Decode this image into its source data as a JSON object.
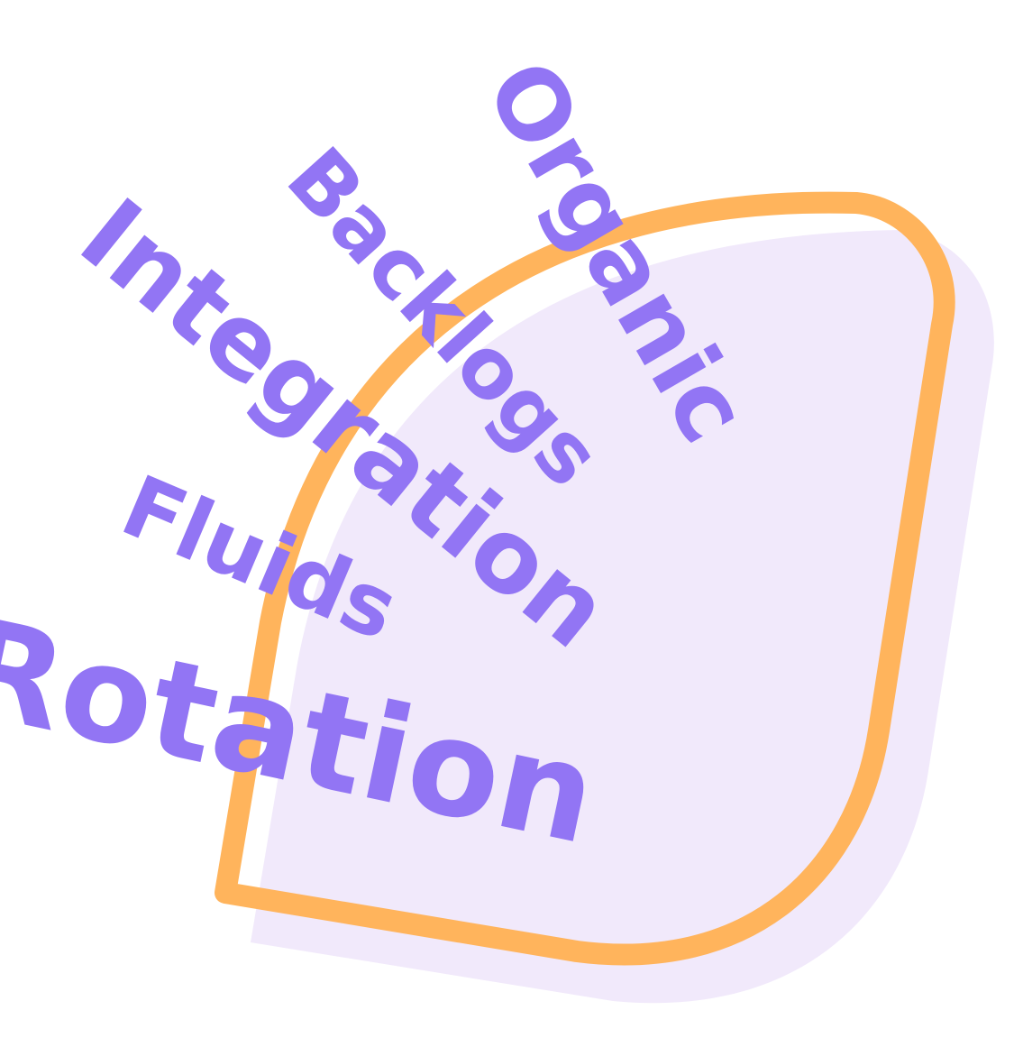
{
  "colors": {
    "background": "#ffffff",
    "shape_shadow": "#f1e9fb",
    "shape_outline": "#ffb45c",
    "text": "#9275f4"
  },
  "words": {
    "organic": "Organic",
    "backlogs": "Backlogs",
    "integration": "Integration",
    "fluids": "Fluids",
    "rotation": "Rotation"
  }
}
